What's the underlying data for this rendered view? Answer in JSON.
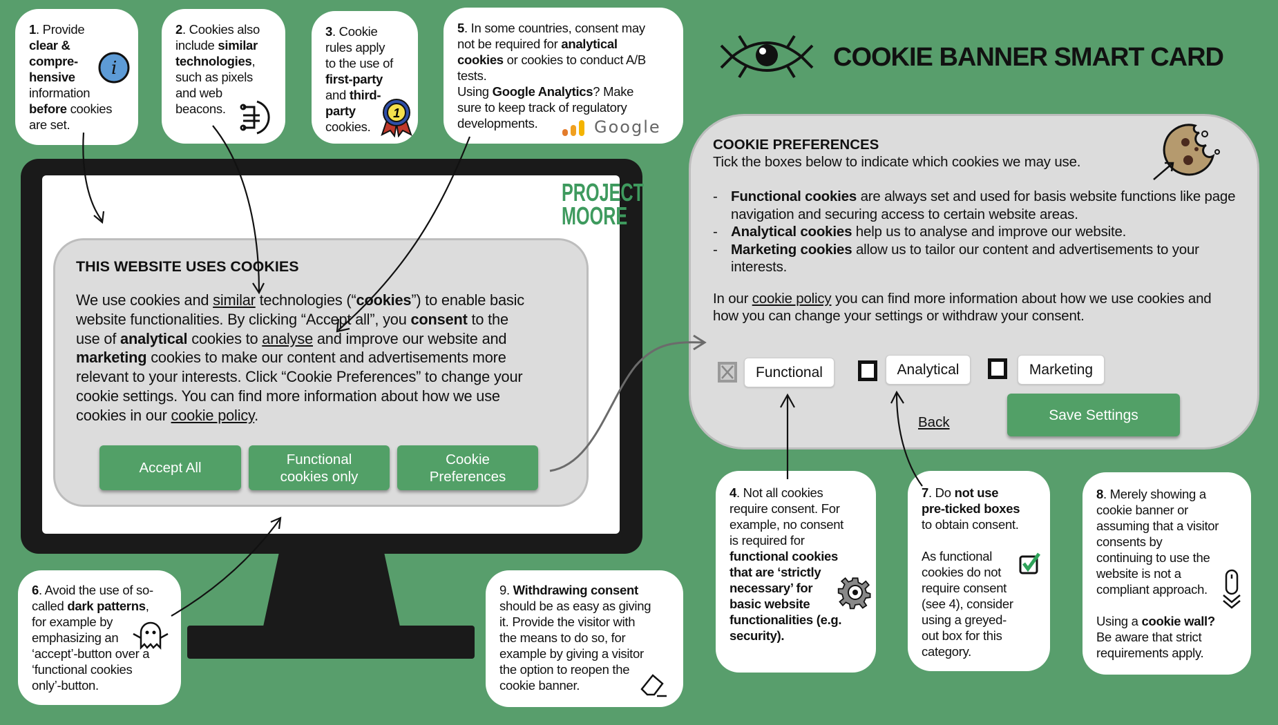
{
  "header": {
    "title": "COOKIE BANNER SMART CARD",
    "logo_icon": "eye-circuit-icon"
  },
  "colors": {
    "background": "#589e6c",
    "button": "#52a067",
    "panel": "#dcdcdc",
    "brand": "#3e9a5e"
  },
  "brand": {
    "line1": "PROJECT",
    "line2": "MOORE"
  },
  "cards": {
    "c1": [
      {
        "t": "1",
        "b": 1
      },
      {
        "t": ". Provide\n"
      },
      {
        "t": "clear &\ncompre-\nhensive",
        "b": 1
      },
      {
        "t": "\ninformation\n"
      },
      {
        "t": "before",
        "b": 1
      },
      {
        "t": " cookies\nare set."
      }
    ],
    "c2": [
      {
        "t": "2",
        "b": 1
      },
      {
        "t": ". Cookies also\ninclude "
      },
      {
        "t": "similar\ntechnologies",
        "b": 1
      },
      {
        "t": ",\nsuch as pixels\nand web\nbeacons."
      }
    ],
    "c3": [
      {
        "t": "3",
        "b": 1
      },
      {
        "t": ". Cookie\nrules apply\nto the use of\n"
      },
      {
        "t": "first-party",
        "b": 1
      },
      {
        "t": "\nand "
      },
      {
        "t": "third-\nparty",
        "b": 1
      },
      {
        "t": "\ncookies."
      }
    ],
    "c5": [
      {
        "t": "5",
        "b": 1
      },
      {
        "t": ". In some countries, consent may\nnot be required for "
      },
      {
        "t": "analytical\ncookies",
        "b": 1
      },
      {
        "t": " or cookies to conduct A/B\ntests.\nUsing "
      },
      {
        "t": "Google Analytics",
        "b": 1
      },
      {
        "t": "? Make\nsure to keep track of regulatory\ndevelopments."
      }
    ],
    "c5_logo": "Google",
    "c4": [
      {
        "t": "4",
        "b": 1
      },
      {
        "t": ". Not all cookies\nrequire consent. For\nexample, no consent\nis required for\n"
      },
      {
        "t": "functional cookies\nthat are ‘strictly\nnecessary’ for\nbasic website\nfunctionalities (e.g.\nsecurity).",
        "b": 1
      }
    ],
    "c7": [
      {
        "t": "7",
        "b": 1
      },
      {
        "t": ". Do "
      },
      {
        "t": "not use\npre-ticked boxes",
        "b": 1
      },
      {
        "t": "\nto obtain consent.\n\nAs functional\ncookies do not\nrequire consent\n(see 4), consider\nusing a greyed-\nout box for this\ncategory."
      }
    ],
    "c8": [
      {
        "t": "8",
        "b": 1
      },
      {
        "t": ". Merely showing a\ncookie banner or\nassuming that a visitor\nconsents by\ncontinuing to use the\nwebsite is not a\ncompliant approach.\n\nUsing a "
      },
      {
        "t": "cookie wall?",
        "b": 1
      },
      {
        "t": "\nBe aware that strict\nrequirements apply."
      }
    ],
    "c6": [
      {
        "t": "6",
        "b": 1
      },
      {
        "t": ". Avoid the use of so-\ncalled "
      },
      {
        "t": "dark patterns",
        "b": 1
      },
      {
        "t": ",\nfor example by\nemphasizing an\n‘accept’-button over a\n‘functional cookies\nonly’-button."
      }
    ],
    "c9": [
      {
        "t": "9. "
      },
      {
        "t": "Withdrawing consent",
        "b": 1
      },
      {
        "t": "\nshould be as easy as giving\nit. Provide the visitor with\nthe means to do so, for\nexample by giving a visitor\nthe option to reopen the\ncookie banner."
      }
    ]
  },
  "banner": {
    "title": "THIS WEBSITE USES COOKIES",
    "body": [
      {
        "t": "We use cookies and "
      },
      {
        "t": "similar",
        "u": 1
      },
      {
        "t": " technologies (“"
      },
      {
        "t": "cookies",
        "b": 1
      },
      {
        "t": "”) to enable basic\nwebsite functionalities. By clicking “Accept all”, you "
      },
      {
        "t": "consent",
        "b": 1
      },
      {
        "t": " to the\nuse of "
      },
      {
        "t": "analytical",
        "b": 1
      },
      {
        "t": " cookies to "
      },
      {
        "t": "analyse",
        "u": 1
      },
      {
        "t": " and improve our website and\n"
      },
      {
        "t": "marketing",
        "b": 1
      },
      {
        "t": " cookies to make our content and advertisements more\nrelevant to your interests. Click “Cookie Preferences” to change your\ncookie settings. You can find more information about how we use\ncookies in our "
      },
      {
        "t": "cookie policy",
        "u": 1
      },
      {
        "t": "."
      }
    ],
    "buttons": [
      "Accept All",
      "Functional\ncookies only",
      "Cookie\nPreferences"
    ]
  },
  "preferences": {
    "title": "COOKIE PREFERENCES",
    "subtitle": "Tick the boxes below to indicate which cookies we may use.",
    "items": [
      [
        {
          "t": "Functional cookies",
          "b": 1
        },
        {
          "t": " are always set and used for basis website functions like page navigation and securing access to certain website areas."
        }
      ],
      [
        {
          "t": "Analytical cookies",
          "b": 1
        },
        {
          "t": " help us to analyse and improve our website."
        }
      ],
      [
        {
          "t": "Marketing cookies",
          "b": 1
        },
        {
          "t": " allow us to tailor our content and advertisements to your interests."
        }
      ]
    ],
    "policy": [
      {
        "t": "In our "
      },
      {
        "t": "cookie policy",
        "u": 1
      },
      {
        "t": " you can find more information about how we use cookies and how you can change your settings or withdraw your consent."
      }
    ],
    "checkboxes": [
      {
        "label": "Functional",
        "checked": true,
        "disabled": true
      },
      {
        "label": "Analytical",
        "checked": false,
        "disabled": false
      },
      {
        "label": "Marketing",
        "checked": false,
        "disabled": false
      }
    ],
    "back": "Back",
    "save": "Save Settings"
  }
}
